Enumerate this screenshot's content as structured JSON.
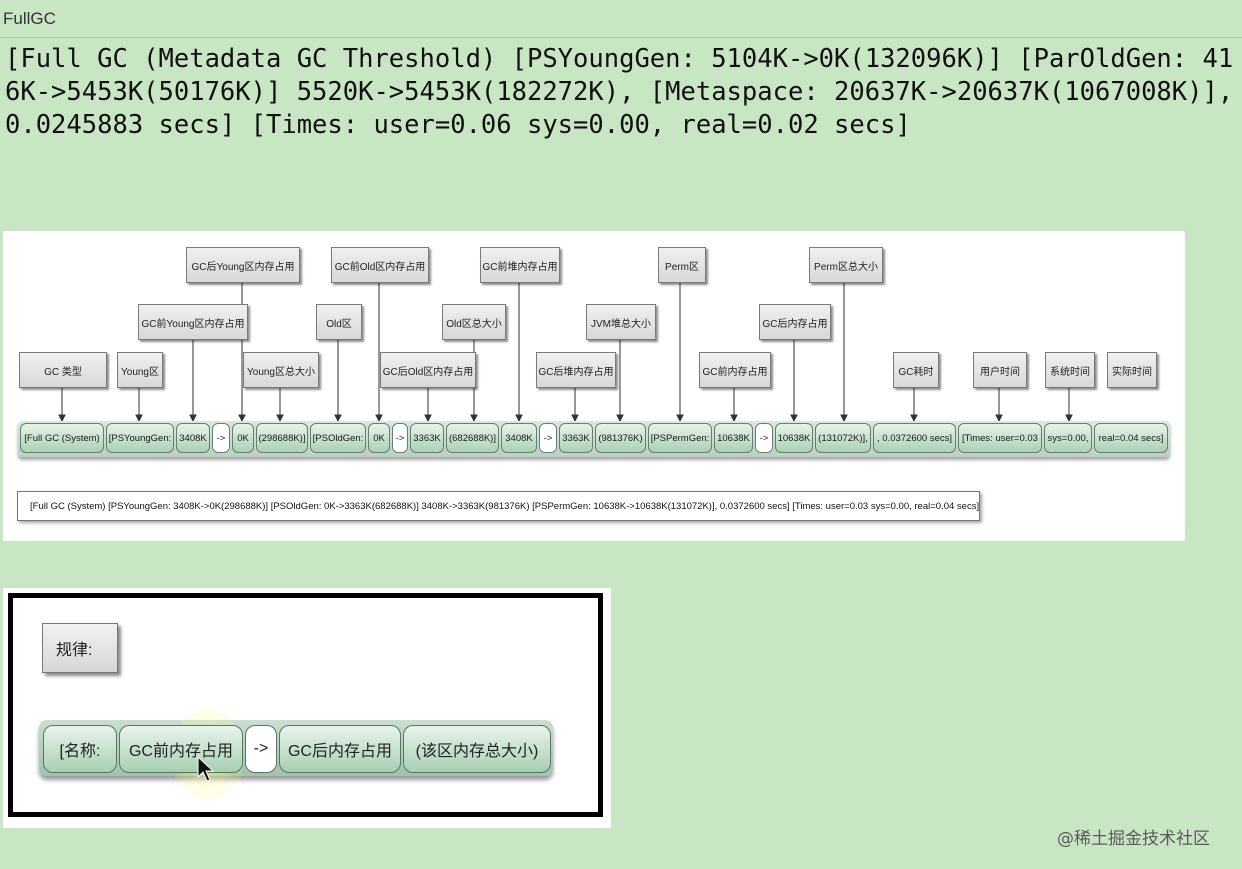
{
  "window": {
    "title": "FullGC"
  },
  "log_text": "[Full GC (Metadata GC Threshold) [PSYoungGen: 5104K->0K(132096K)] [ParOldGen: 416K->5453K(50176K)] 5520K->5453K(182272K), [Metaspace: 20637K->20637K(1067008K)], 0.0245883 secs] [Times: user=0.06 sys=0.00, real=0.02 secs]",
  "diagram": {
    "labels": {
      "gc_type": "GC 类型",
      "young_area": "Young区",
      "young_before": "GC前Young区内存占用",
      "young_after": "GC后Young区内存占用",
      "young_total": "Young区总大小",
      "old_area": "Old区",
      "old_before": "GC前Old区内存占用",
      "old_after": "GC后Old区内存占用",
      "old_total": "Old区总大小",
      "heap_before": "GC前堆内存占用",
      "heap_after": "GC后堆内存占用",
      "heap_total": "JVM堆总大小",
      "perm_area": "Perm区",
      "mem_before": "GC前内存占用",
      "mem_after": "GC后内存占用",
      "perm_total": "Perm区总大小",
      "gc_time": "GC耗时",
      "user_time": "用户时间",
      "sys_time": "系统时间",
      "real_time": "实际时间"
    },
    "segments": [
      "[Full GC (System)",
      "[PSYoungGen:",
      "3408K",
      "->",
      "0K",
      "(298688K)]",
      "[PSOldGen:",
      "0K",
      "->",
      "3363K",
      "(682688K)]",
      "3408K",
      "->",
      "3363K",
      "(981376K)",
      "[PSPermGen:",
      "10638K",
      "->",
      "10638K",
      "(131072K)],",
      ", 0.0372600 secs]",
      "[Times: user=0.03",
      "sys=0.00,",
      "real=0.04 secs]"
    ],
    "full_line": "[Full GC (System) [PSYoungGen: 3408K->0K(298688K)] [PSOldGen: 0K->3363K(682688K)] 3408K->3363K(981376K) [PSPermGen: 10638K->10638K(131072K)], 0.0372600 secs] [Times: user=0.03 sys=0.00, real=0.04 secs]"
  },
  "rule": {
    "label": "规律:",
    "segments": [
      "[名称:",
      "GC前内存占用",
      "->",
      "GC后内存占用",
      "(该区内存总大小)"
    ]
  },
  "watermark": "@稀土掘金技术社区"
}
